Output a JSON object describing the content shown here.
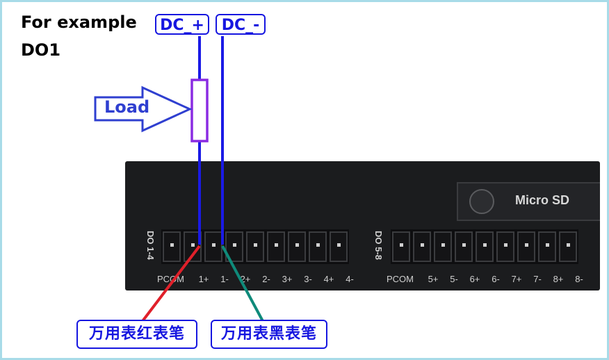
{
  "header": {
    "line1": "For example",
    "line2": "DO1"
  },
  "tags": {
    "dc_plus": "DC_+",
    "dc_minus": "DC_-"
  },
  "load": {
    "label": "Load"
  },
  "device": {
    "sd_label": "Micro SD",
    "bank1": {
      "label": "DO 1-4",
      "pins": [
        "PCOM",
        "1+",
        "1-",
        "2+",
        "2-",
        "3+",
        "3-",
        "4+",
        "4-"
      ]
    },
    "bank2": {
      "label": "DO 5-8",
      "pins": [
        "PCOM",
        "5+",
        "5-",
        "6+",
        "6-",
        "7+",
        "7-",
        "8+",
        "8-"
      ]
    }
  },
  "probes": {
    "red": "万用表红表笔",
    "black": "万用表黑表笔"
  },
  "colors": {
    "dc_wire": "#1a1ae6",
    "tag_border": "#1616e0",
    "load_box": "#8a2be2",
    "arrow": "#2f3fd0",
    "red_probe": "#e0202a",
    "black_probe": "#0f8a7a",
    "frame_border": "#a8dbe8"
  }
}
